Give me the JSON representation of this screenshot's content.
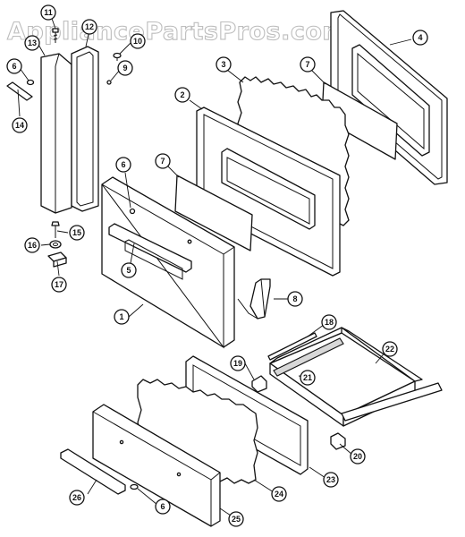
{
  "watermark": "AppliancePartsPros.com",
  "callouts": [
    {
      "id": "c-11",
      "label": "11"
    },
    {
      "id": "c-13",
      "label": "13"
    },
    {
      "id": "c-12",
      "label": "12"
    },
    {
      "id": "c-10",
      "label": "10"
    },
    {
      "id": "c-9",
      "label": "9"
    },
    {
      "id": "c-6a",
      "label": "6"
    },
    {
      "id": "c-14",
      "label": "14"
    },
    {
      "id": "c-3",
      "label": "3"
    },
    {
      "id": "c-7a",
      "label": "7"
    },
    {
      "id": "c-4",
      "label": "4"
    },
    {
      "id": "c-2",
      "label": "2"
    },
    {
      "id": "c-6b",
      "label": "6"
    },
    {
      "id": "c-7b",
      "label": "7"
    },
    {
      "id": "c-5",
      "label": "5"
    },
    {
      "id": "c-15",
      "label": "15"
    },
    {
      "id": "c-16",
      "label": "16"
    },
    {
      "id": "c-17",
      "label": "17"
    },
    {
      "id": "c-8",
      "label": "8"
    },
    {
      "id": "c-1",
      "label": "1"
    },
    {
      "id": "c-18",
      "label": "18"
    },
    {
      "id": "c-22",
      "label": "22"
    },
    {
      "id": "c-19",
      "label": "19"
    },
    {
      "id": "c-21",
      "label": "21"
    },
    {
      "id": "c-23",
      "label": "23"
    },
    {
      "id": "c-20",
      "label": "20"
    },
    {
      "id": "c-24",
      "label": "24"
    },
    {
      "id": "c-26",
      "label": "26"
    },
    {
      "id": "c-6c",
      "label": "6"
    },
    {
      "id": "c-25",
      "label": "25"
    }
  ]
}
